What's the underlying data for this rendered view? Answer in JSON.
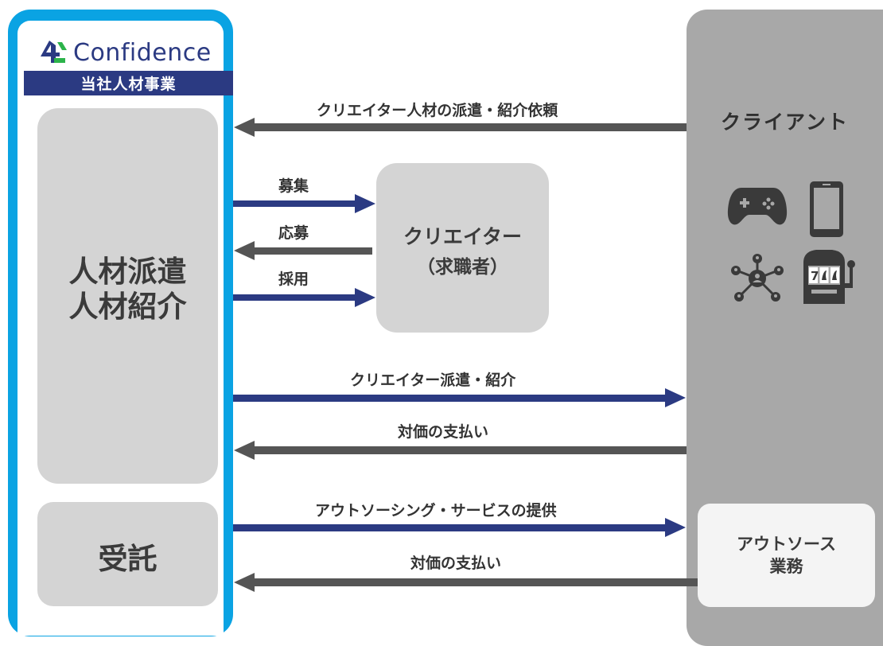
{
  "company": {
    "logo_text": "Confidence",
    "banner": "当社人材事業",
    "staffing_line1": "人材派遣",
    "staffing_line2": "人材紹介",
    "contract": "受託"
  },
  "creator": {
    "title": "クリエイター",
    "subtitle": "（求職者）"
  },
  "client": {
    "title": "クライアント",
    "outsource_line1": "アウトソース",
    "outsource_line2": "業務",
    "icons": [
      "gamepad-icon",
      "smartphone-icon",
      "network-icon",
      "slot-machine-icon"
    ]
  },
  "arrows": {
    "request": "クリエイター人材の派遣・紹介依頼",
    "recruit": "募集",
    "apply": "応募",
    "hire": "採用",
    "dispatch": "クリエイター派遣・紹介",
    "payment1": "対価の支払い",
    "outsourcing": "アウトソーシング・サービスの提供",
    "payment2": "対価の支払い"
  },
  "colors": {
    "company_border": "#0aa3e3",
    "navy": "#2b3a82",
    "arrow_dark": "#555555",
    "box_gray": "#d4d4d4",
    "client_gray": "#a8a8a8"
  }
}
